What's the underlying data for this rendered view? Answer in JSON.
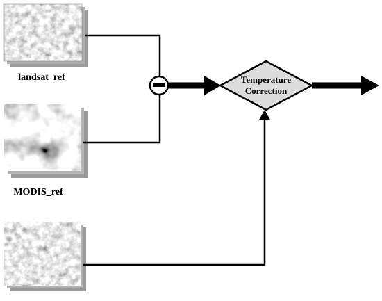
{
  "inputs": [
    {
      "label": "landsat_ref",
      "texture": "landsat"
    },
    {
      "label": "MODIS_ref",
      "texture": "modis"
    },
    {
      "label": "",
      "texture": "landsat"
    }
  ],
  "operator": {
    "symbol": "minus"
  },
  "process": {
    "line1": "Temperature",
    "line2": "Correction"
  },
  "colors": {
    "diamond_fill": "#dcdcdc",
    "line": "#000000",
    "circle_fill": "#ffffff"
  }
}
